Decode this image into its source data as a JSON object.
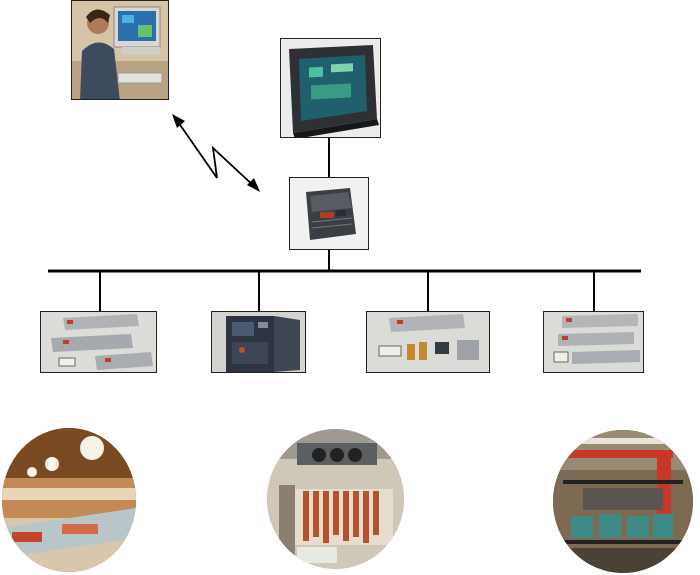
{
  "diagram": {
    "nodes": [
      {
        "id": "pc-workstation",
        "kind": "photo",
        "depicts": "operator-at-pc"
      },
      {
        "id": "touch-panel",
        "kind": "photo",
        "depicts": "touchscreen-display"
      },
      {
        "id": "gateway",
        "kind": "photo",
        "depicts": "gateway-controller"
      },
      {
        "id": "controllers-1",
        "kind": "photo",
        "depicts": "controller-modules"
      },
      {
        "id": "controllers-2",
        "kind": "photo",
        "depicts": "controller-cabinet"
      },
      {
        "id": "controllers-3",
        "kind": "photo",
        "depicts": "controller-modules-valves"
      },
      {
        "id": "controllers-4",
        "kind": "photo",
        "depicts": "controller-modules"
      },
      {
        "id": "supermarket",
        "kind": "circle-photo",
        "depicts": "display-cases"
      },
      {
        "id": "cold-room",
        "kind": "circle-photo",
        "depicts": "cold-storage-room"
      },
      {
        "id": "compressor-plant",
        "kind": "circle-photo",
        "depicts": "compressor-rack"
      }
    ],
    "links": [
      {
        "from": "pc-workstation",
        "to": "gateway",
        "style": "wireless-zigzag"
      },
      {
        "from": "touch-panel",
        "to": "gateway",
        "style": "line"
      },
      {
        "from": "gateway",
        "to": "bus",
        "style": "line"
      },
      {
        "from": "bus",
        "to": "controllers-1",
        "style": "line"
      },
      {
        "from": "bus",
        "to": "controllers-2",
        "style": "line"
      },
      {
        "from": "bus",
        "to": "controllers-3",
        "style": "line"
      },
      {
        "from": "bus",
        "to": "controllers-4",
        "style": "line"
      }
    ],
    "colors": {
      "line": "#000000",
      "photo_border": "#222222"
    }
  }
}
